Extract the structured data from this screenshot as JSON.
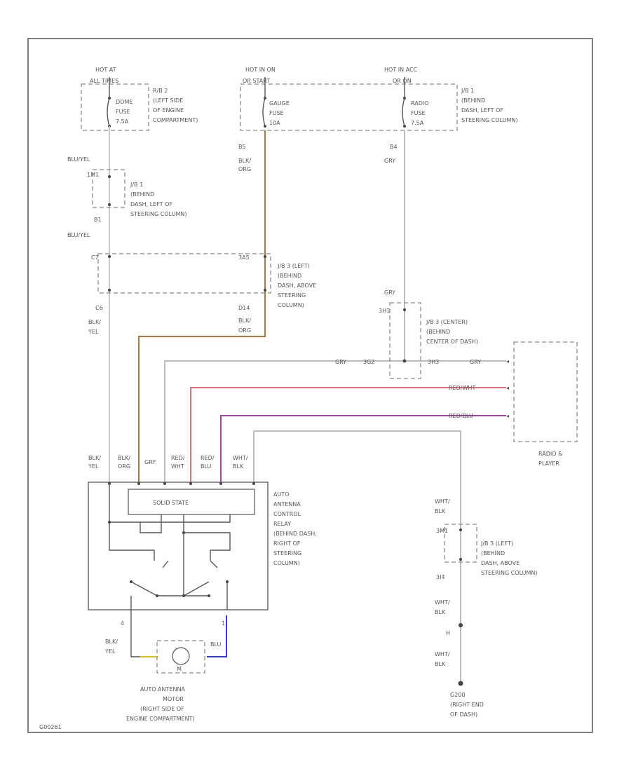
{
  "colors": {
    "wire_blk_yel": "#c8c8c8",
    "wire_blk_org": "#b07a3c",
    "wire_gry": "#bdbdbd",
    "wire_red_wht": "#e0707a",
    "wire_red_blu": "#9a4a9a",
    "wire_wht_blk": "#bdbdbd",
    "wire_yel_motor": "#d4c800",
    "wire_blu_motor": "#3a3ad8",
    "frame": "#555555"
  },
  "fuses": {
    "dome": {
      "hot_label_1": "HOT AT",
      "hot_label_2": "ALL TIMES",
      "line_1": "DOME",
      "line_2": "FUSE",
      "line_3": "7.5A",
      "loc_1": "R/B 2",
      "loc_2": "(LEFT SIDE",
      "loc_3": "OF ENGINE",
      "loc_4": "COMPARTMENT)"
    },
    "gauge": {
      "hot_label_1": "HOT IN ON",
      "hot_label_2": "OR START",
      "line_1": "GAUGE",
      "line_2": "FUSE",
      "line_3": "10A"
    },
    "radio": {
      "hot_label_1": "HOT IN ACC",
      "hot_label_2": "OR ON",
      "line_1": "RADIO",
      "line_2": "FUSE",
      "line_3": "7.5A",
      "loc_1": "J/B 1",
      "loc_2": "(BEHIND",
      "loc_3": "DASH, LEFT OF",
      "loc_4": "STEERING COLUMN)"
    }
  },
  "jb1_left": {
    "loc_1": "J/B 1",
    "loc_2": "(BEHIND",
    "loc_3": "DASH, LEFT OF",
    "loc_4": "STEERING COLUMN)",
    "conn_top": "1M1",
    "conn_bot": "B1"
  },
  "jb3_left": {
    "loc_1": "J/B 3 (LEFT)",
    "loc_2": "(BEHIND",
    "loc_3": "DASH, ABOVE",
    "loc_4": "STEERING",
    "loc_5": "COLUMN)",
    "conn_left": "C7",
    "conn_right": "3A5",
    "bot_left": "C6",
    "bot_right": "D14"
  },
  "jb3_center": {
    "loc_1": "J/B 3 (CENTER)",
    "loc_2": "(BEHIND",
    "loc_3": "CENTER OF DASH)",
    "conn_top": "3H1",
    "conn_left": "3G2",
    "conn_right": "3H3"
  },
  "jb3_left_2": {
    "loc_1": "J/B 3 (LEFT)",
    "loc_2": "(BEHIND",
    "loc_3": "DASH, ABOVE",
    "loc_4": "STEERING COLUMN)",
    "conn_top": "3M1",
    "conn_bot": "3I4"
  },
  "wire_labels": {
    "blu_yel_1": "BLU/YEL",
    "blu_yel_2": "BLU/YEL",
    "b1": "B1",
    "b5": "B5",
    "b4": "B4",
    "blk_org_1": "BLK/",
    "blk_org_2": "ORG",
    "gry_top": "GRY",
    "gry_mid": "GRY",
    "blk_yel_mid_1": "BLK/",
    "blk_yel_mid_2": "YEL",
    "blk_org_mid_1": "BLK/",
    "blk_org_mid_2": "ORG",
    "gry_h1": "GRY",
    "gry_h2": "GRY",
    "red_wht_h": "RED/WHT",
    "red_blu_h": "RED/BLU",
    "wht_blk_r1_1": "WHT/",
    "wht_blk_r1_2": "BLK",
    "wht_blk_r2_1": "WHT/",
    "wht_blk_r2_2": "BLK",
    "wht_blk_r3_1": "WHT/",
    "wht_blk_r3_2": "BLK",
    "h": "H",
    "blk_yel_m_1": "BLK/",
    "blk_yel_m_2": "YEL",
    "blu_m": "BLU",
    "pin_4": "4",
    "pin_1": "1"
  },
  "relay": {
    "top_labels": [
      [
        "BLK/",
        "YEL"
      ],
      [
        "BLK/",
        "ORG"
      ],
      [
        "GRY",
        ""
      ],
      [
        "RED/",
        "WHT"
      ],
      [
        "RED/",
        "BLU"
      ],
      [
        "WHT/",
        "BLK"
      ]
    ],
    "inner_label": "SOLID STATE",
    "loc_1": "AUTO",
    "loc_2": "ANTENNA",
    "loc_3": "CONTROL",
    "loc_4": "RELAY",
    "loc_5": "(BEHIND DASH,",
    "loc_6": "RIGHT OF",
    "loc_7": "STEERING",
    "loc_8": "COLUMN)"
  },
  "motor": {
    "symbol": "M",
    "loc_1": "AUTO ANTENNA",
    "loc_2": "MOTOR",
    "loc_3": "(RIGHT SIDE OF",
    "loc_4": "ENGINE COMPARTMENT)"
  },
  "radio": {
    "label_1": "RADIO &",
    "label_2": "PLAYER"
  },
  "ground": {
    "label_1": "G200",
    "label_2": "(RIGHT END",
    "label_3": "OF DASH)"
  },
  "figure_id": "G00261"
}
